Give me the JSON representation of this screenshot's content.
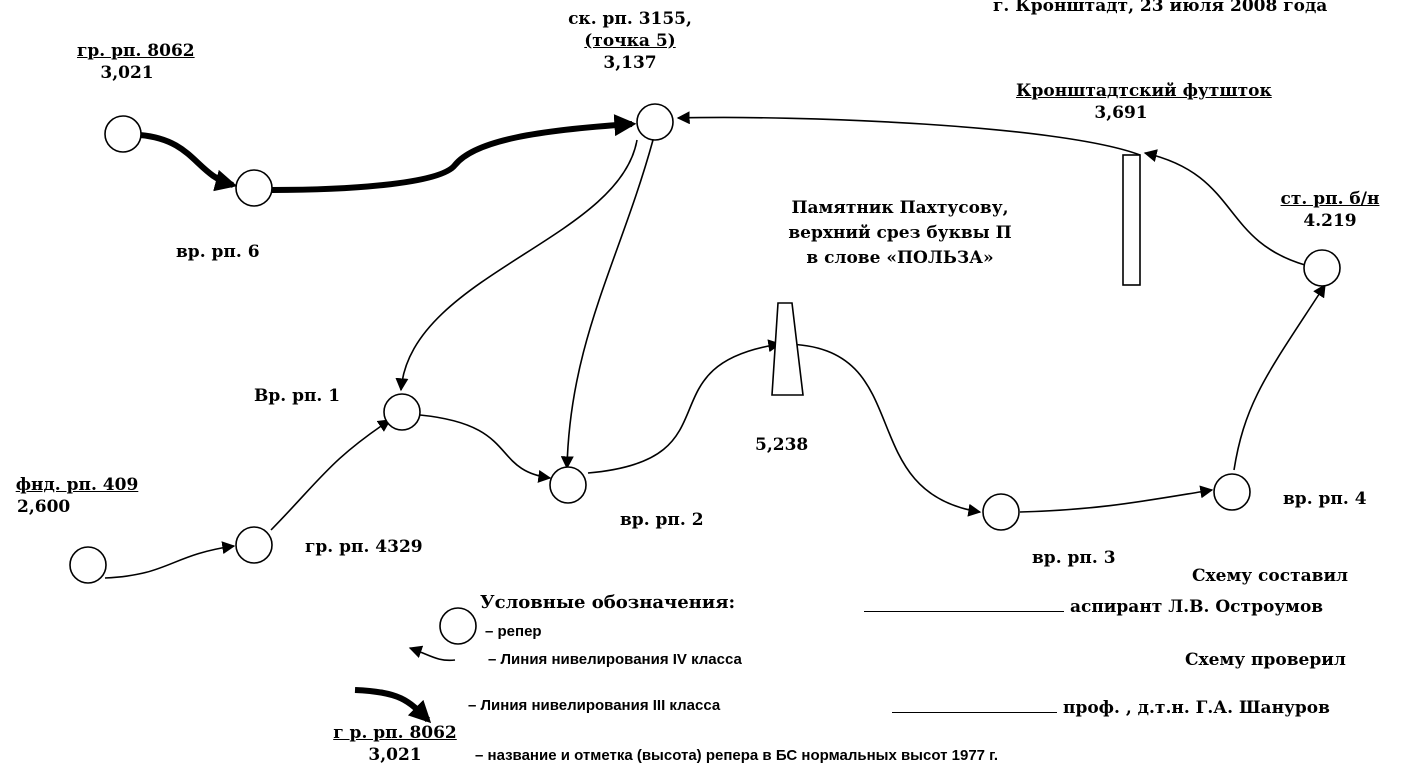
{
  "header": {
    "place_date": "г. Кронштадт, 23 июля 2008 года"
  },
  "benchmarks": [
    {
      "id": "gr8062",
      "name": "гр. рп. 8062",
      "height": "3,021"
    },
    {
      "id": "vr6",
      "name": "вр. рп. 6",
      "height": ""
    },
    {
      "id": "sk3155",
      "name_line1": "ск. рп. 3155,",
      "name_line2": "(точка 5)",
      "height": "3,137"
    },
    {
      "id": "futshtok",
      "name": "Кронштадтский  футшток",
      "height": "3,691"
    },
    {
      "id": "st_bn",
      "name": "ст. рп. б/н",
      "height": "4.219"
    },
    {
      "id": "monument",
      "name_line1": "Памятник  Пахтусову,",
      "name_line2": "верхний срез буквы П",
      "name_line3": "в слове «ПОЛЬЗА»",
      "height": "5,238"
    },
    {
      "id": "vr1",
      "name": "Вр. рп. 1"
    },
    {
      "id": "fnd409",
      "name": "фнд. рп.  409",
      "height": "2,600"
    },
    {
      "id": "gr4329",
      "name": "гр. рп. 4329"
    },
    {
      "id": "vr2",
      "name": "вр. рп. 2"
    },
    {
      "id": "vr3",
      "name": "вр. рп. 3"
    },
    {
      "id": "vr4",
      "name": "вр. рп. 4"
    }
  ],
  "legend": {
    "title": "Условные обозначения:",
    "benchmark": "–  репер",
    "line4": "–  Линия нивелирования IV класса",
    "line3": "– Линия нивелирования III класса",
    "sample_name": "г р. рп. 8062",
    "sample_height": "3,021",
    "sample_desc": "–  название и отметка (высота) репера в БС нормальных высот 1977 г."
  },
  "signatures": {
    "composed_label": "Схему составил",
    "composed_by": "аспирант  Л.В. Остроумов",
    "checked_label": "Схему проверил",
    "checked_by": "проф. , д.т.н.  Г.А. Шануров"
  }
}
